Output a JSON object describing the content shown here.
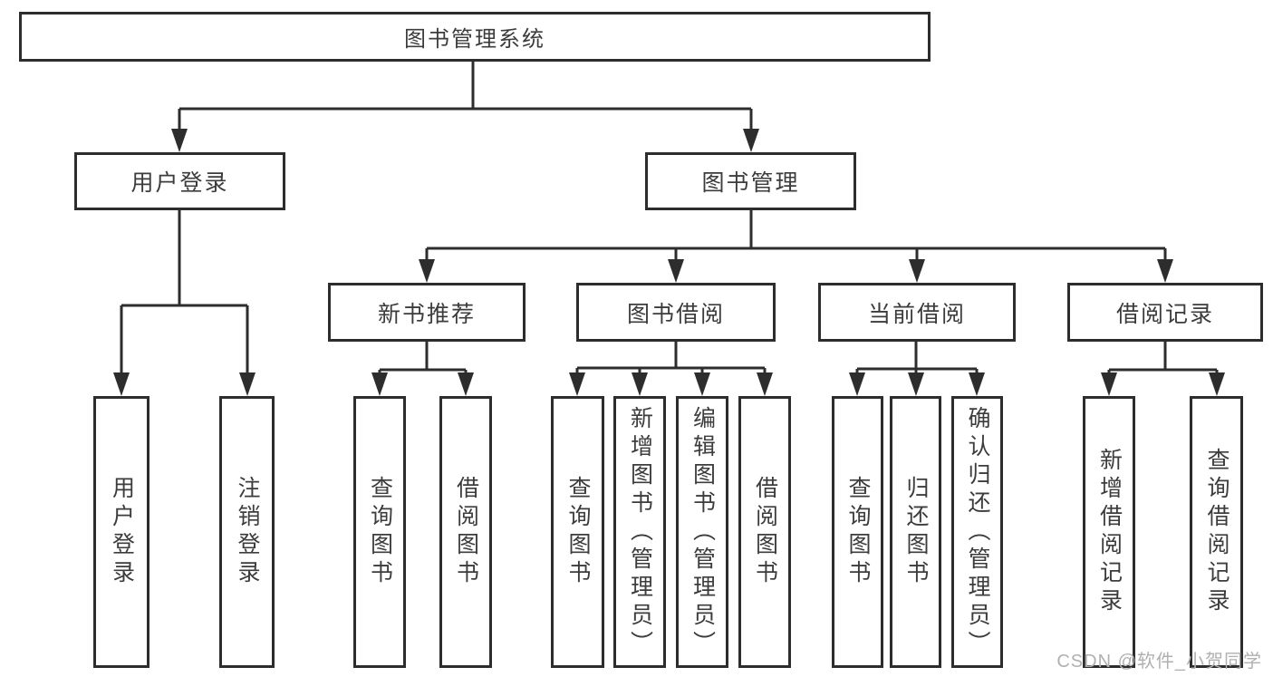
{
  "tree": {
    "root": {
      "label": "图书管理系统",
      "children": [
        {
          "label": "用户登录",
          "children": [
            {
              "label": "用户登录"
            },
            {
              "label": "注销登录"
            }
          ]
        },
        {
          "label": "图书管理",
          "children": [
            {
              "label": "新书推荐",
              "children": [
                {
                  "label": "查询图书"
                },
                {
                  "label": "借阅图书"
                }
              ]
            },
            {
              "label": "图书借阅",
              "children": [
                {
                  "label": "查询图书"
                },
                {
                  "label": "新增图书（管理员）"
                },
                {
                  "label": "编辑图书（管理员）"
                },
                {
                  "label": "借阅图书"
                }
              ]
            },
            {
              "label": "当前借阅",
              "children": [
                {
                  "label": "查询图书"
                },
                {
                  "label": "归还图书"
                },
                {
                  "label": "确认归还（管理员）"
                }
              ]
            },
            {
              "label": "借阅记录",
              "children": [
                {
                  "label": "新增借阅记录"
                },
                {
                  "label": "查询借阅记录"
                }
              ]
            }
          ]
        }
      ]
    }
  },
  "watermark": {
    "text": "CSDN @软件_小贺同学"
  },
  "colors": {
    "background": "#ffffff",
    "line": "#2d2d2d",
    "box_border": "#2d2d2d",
    "text": "#3c3c3c",
    "watermark": "#b0b0b0"
  }
}
